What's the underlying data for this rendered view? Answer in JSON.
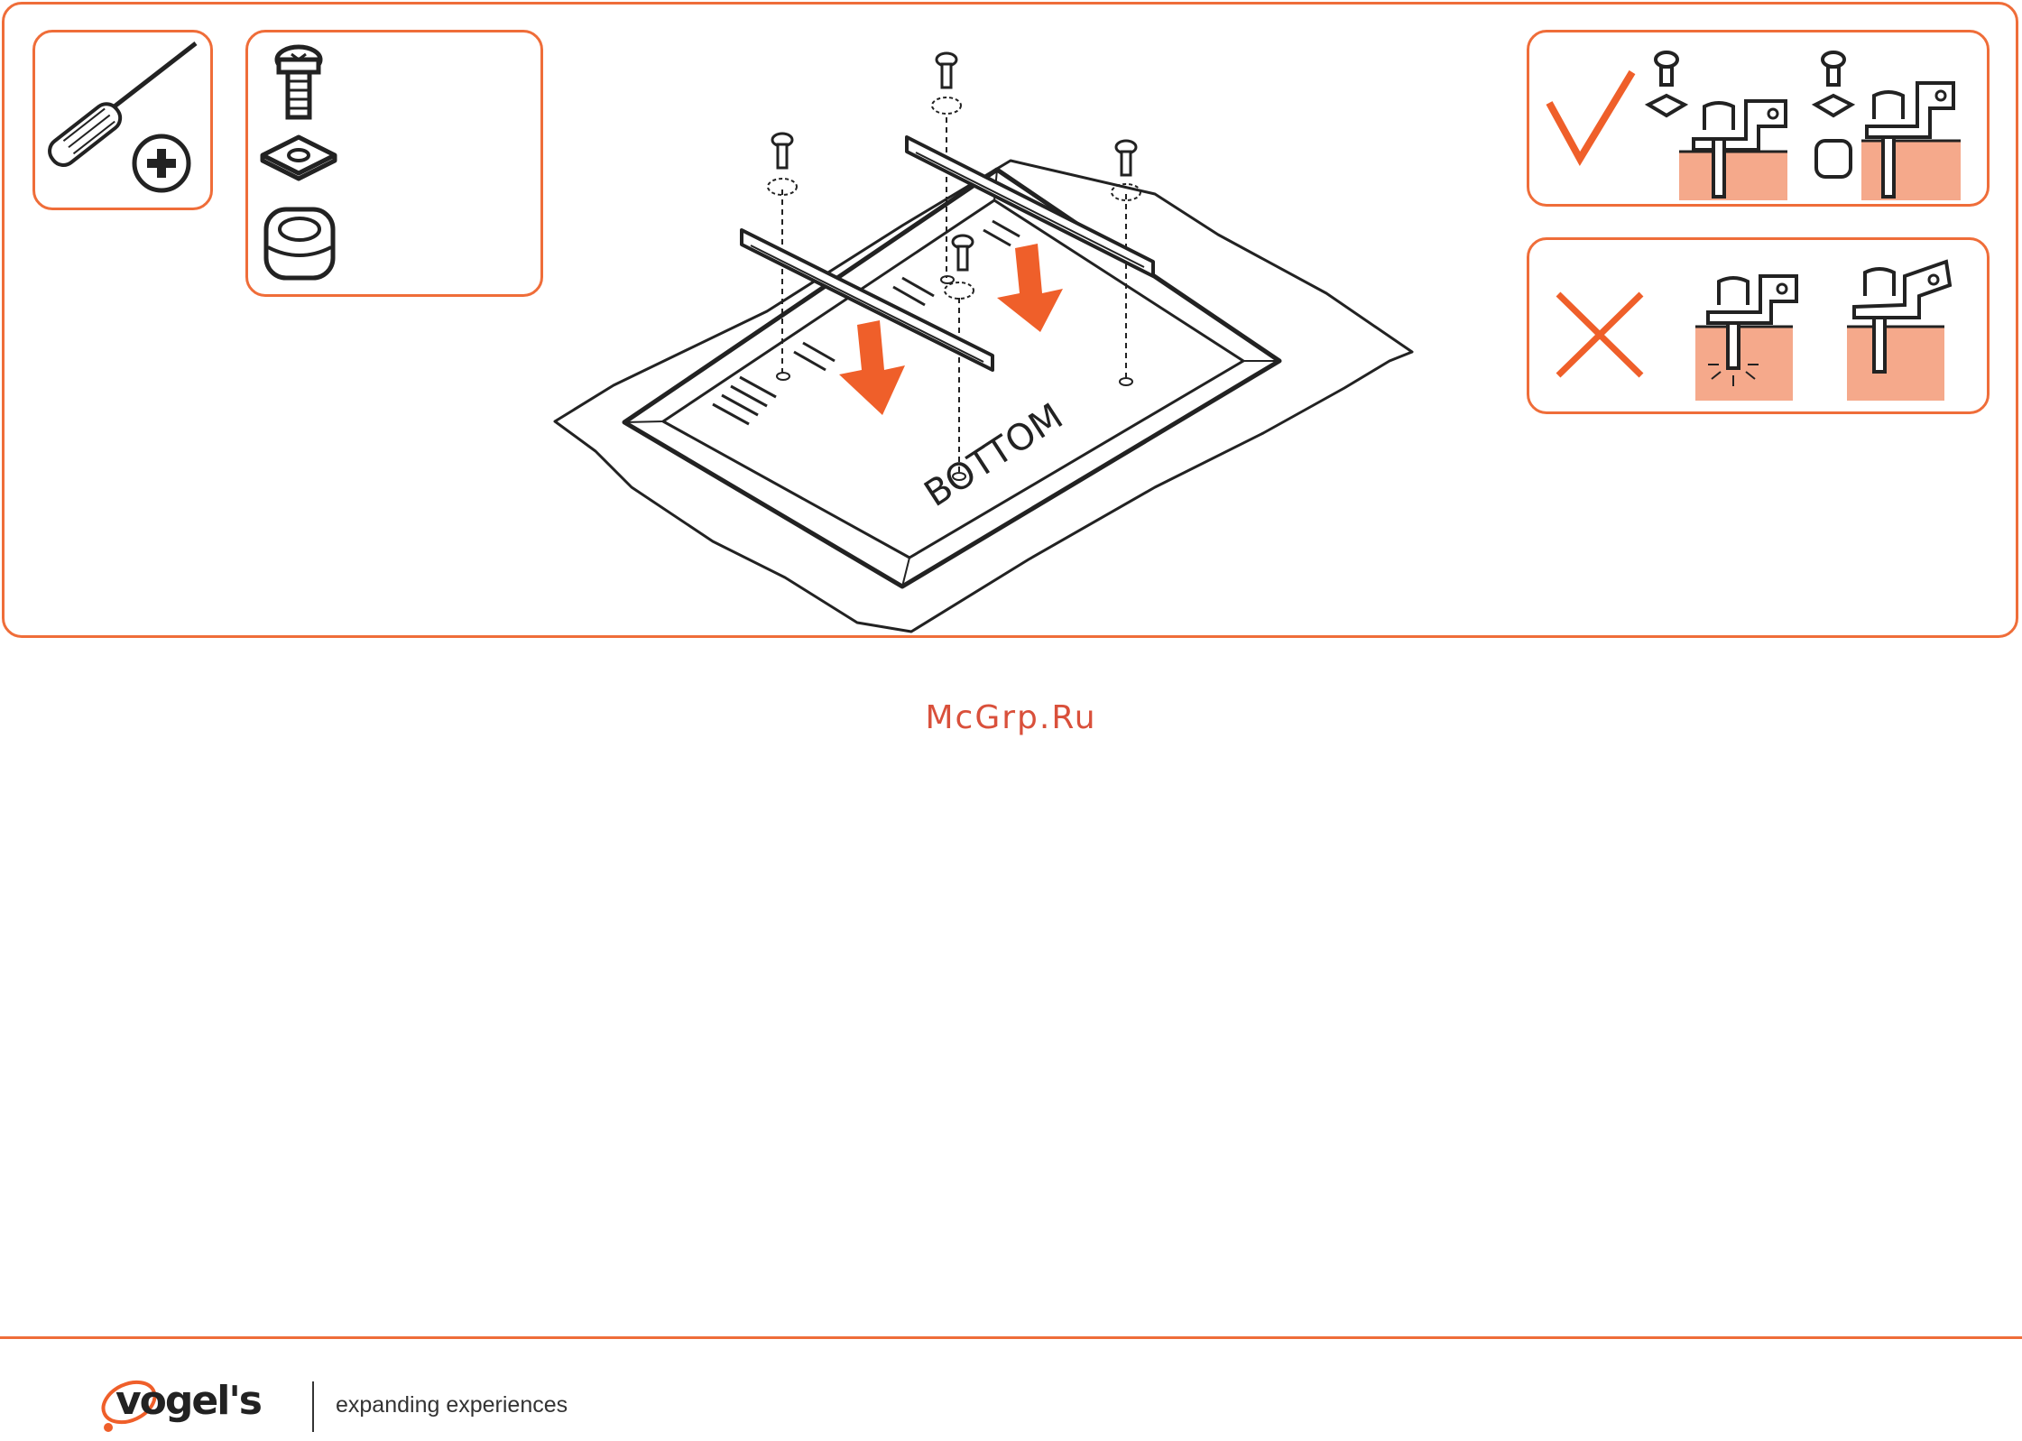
{
  "diagram": {
    "tv_label": "BOTTOM",
    "accent_color": "#ef6d39",
    "icons": {
      "tool": "phillips-screwdriver-icon",
      "parts": [
        "screw-icon",
        "washer-icon",
        "spacer-icon"
      ],
      "correct": "checkmark-icon",
      "wrong": "cross-icon"
    }
  },
  "watermark": "McGrp.Ru",
  "footer": {
    "brand": "vogel's",
    "tagline": "expanding experiences"
  }
}
